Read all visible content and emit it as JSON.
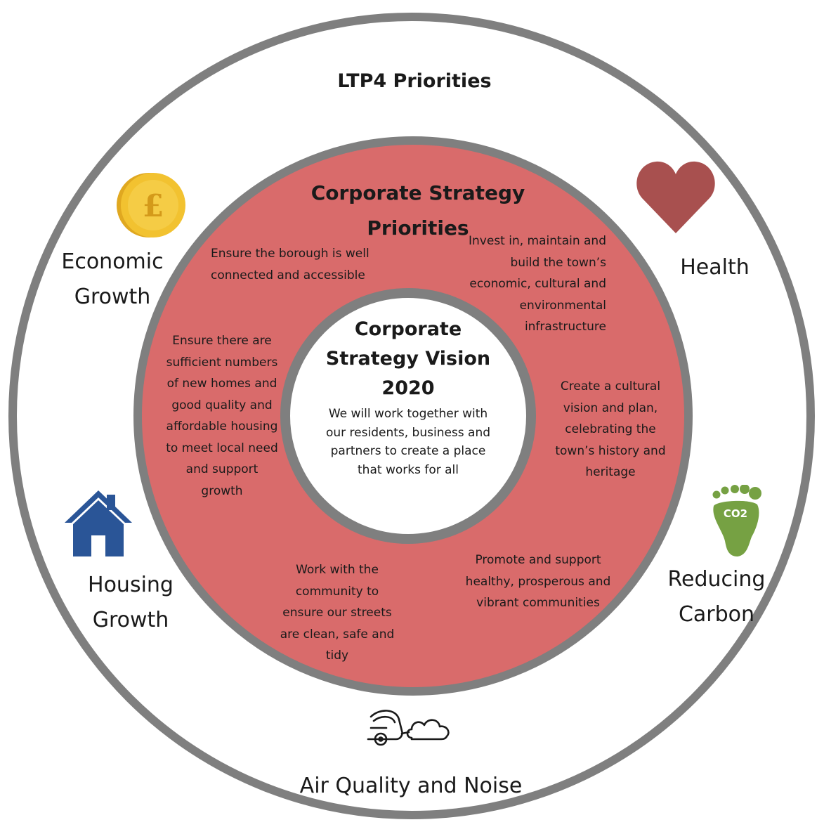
{
  "diagram": {
    "outer_ring": {
      "title": "LTP4 Priorities",
      "items": [
        {
          "label": "Economic Growth",
          "icon": "pound-coin-icon"
        },
        {
          "label": "Health",
          "icon": "heart-icon"
        },
        {
          "label": "Housing Growth",
          "icon": "house-icon"
        },
        {
          "label": "Reducing Carbon",
          "icon": "co2-footprint-icon"
        },
        {
          "label": "Air Quality and Noise",
          "icon": "car-exhaust-cloud-icon"
        }
      ]
    },
    "middle_ring": {
      "title": "Corporate Strategy Priorities",
      "priorities": [
        "Ensure the borough is well connected and accessible",
        "Invest in, maintain and build the town’s economic, cultural and environmental infrastructure",
        "Ensure there are sufficient numbers of new homes and good quality and affordable housing to meet local need and support growth",
        "Create a cultural vision and plan, celebrating the town’s history and heritage",
        "Work with the community to ensure our streets are clean, safe and tidy",
        "Promote and support healthy, prosperous and vibrant communities"
      ]
    },
    "center": {
      "title": "Corporate Strategy Vision 2020",
      "text": "We will work together with our residents, business and partners to create a place that works for all"
    },
    "colors": {
      "ring_stroke": "#7f7f7f",
      "middle_fill": "#d96b6b",
      "heart": "#a8504f",
      "coin": "#f2c230",
      "house": "#2a5597",
      "footprint": "#76a143"
    }
  }
}
